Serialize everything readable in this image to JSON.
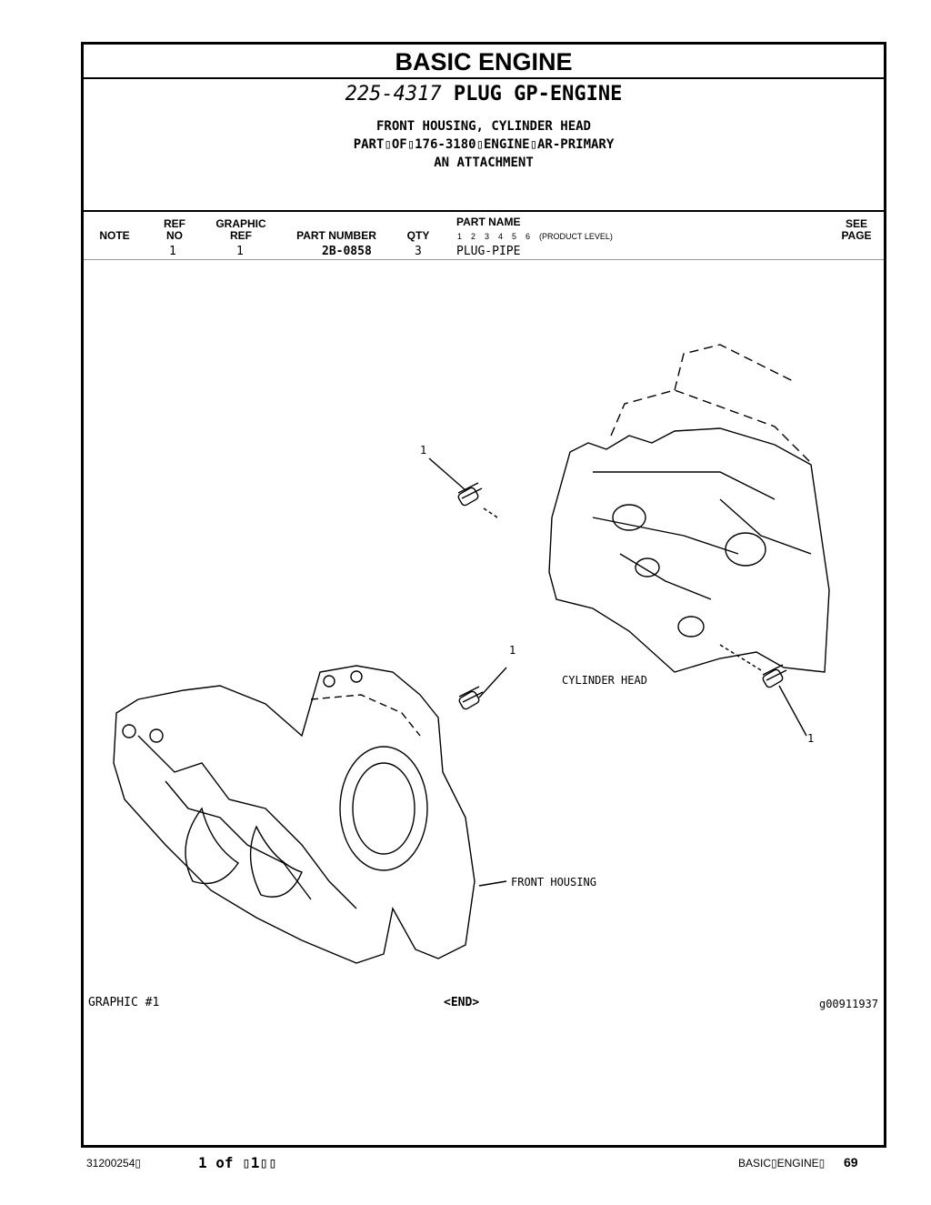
{
  "header": {
    "title": "BASIC ENGINE",
    "group_number": "225-4317",
    "group_name": "PLUG GP-ENGINE",
    "desc_line1": "FRONT HOUSING, CYLINDER HEAD",
    "desc_line2": "PART▯OF▯176-3180▯ENGINE▯AR-PRIMARY",
    "desc_line3": "AN ATTACHMENT"
  },
  "columns": {
    "note": "NOTE",
    "ref_no_1": "REF",
    "ref_no_2": "NO",
    "graphic_ref_1": "GRAPHIC",
    "graphic_ref_2": "REF",
    "part_number": "PART NUMBER",
    "qty": "QTY",
    "part_name": "PART NAME",
    "levels": "1    2    3    4    5    6    (PRODUCT LEVEL)",
    "see_page_1": "SEE",
    "see_page_2": "PAGE"
  },
  "rows": [
    {
      "ref_no": "1",
      "graphic_ref": "1",
      "part_number": "2B-0858",
      "qty": "3",
      "part_name": "PLUG-PIPE"
    }
  ],
  "graphic": {
    "callout_1": "1",
    "callout_2": "1",
    "callout_3": "1",
    "label_cylinder_head": "CYLINDER HEAD",
    "label_front_housing": "FRONT HOUSING",
    "graphic_label": "GRAPHIC #1",
    "end_marker": "<END>",
    "graphic_id": "g00911937"
  },
  "footer": {
    "doc_number": "31200254▯",
    "page_of": "1 of ▯1▯▯",
    "section": "BASIC▯ENGINE▯",
    "page_number": "69"
  }
}
